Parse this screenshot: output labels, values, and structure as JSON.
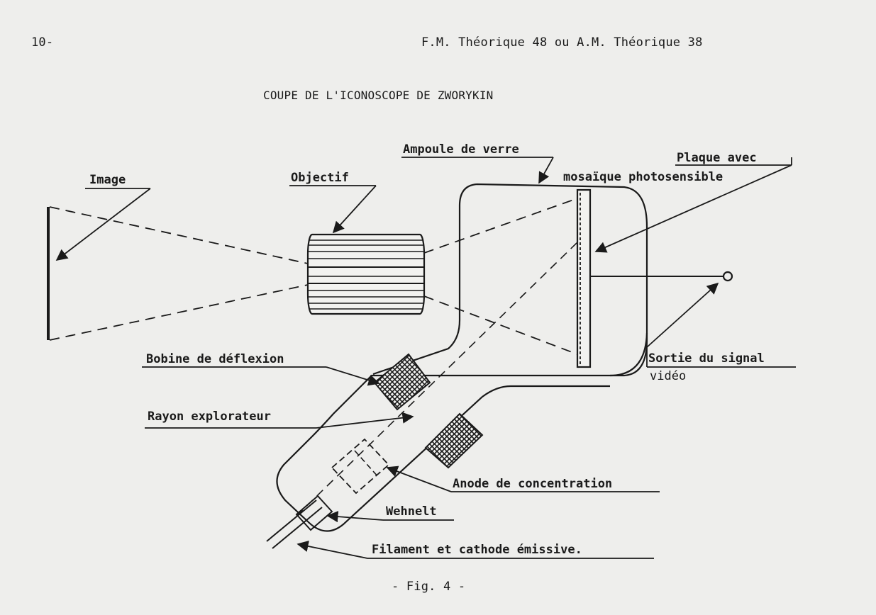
{
  "header": {
    "page_number": "10-",
    "reference": "F.M. Théorique 48  ou  A.M. Théorique 38"
  },
  "diagram": {
    "title": "COUPE DE L'ICONOSCOPE DE ZWORYKIN",
    "caption": "- Fig. 4 -",
    "labels": {
      "image": "Image",
      "objectif": "Objectif",
      "ampoule": "Ampoule de verre",
      "plaque_line1": "Plaque avec",
      "plaque_line2": "mosaïque photosensible",
      "bobine": "Bobine de déflexion",
      "sortie_line1": "Sortie du signal",
      "sortie_line2": "vidéo",
      "rayon": "Rayon explorateur",
      "anode": "Anode de concentration",
      "wehnelt": "Wehnelt",
      "filament": "Filament et cathode émissive."
    }
  },
  "colors": {
    "ink": "#1a1a1a",
    "paper": "#eeeeec"
  }
}
